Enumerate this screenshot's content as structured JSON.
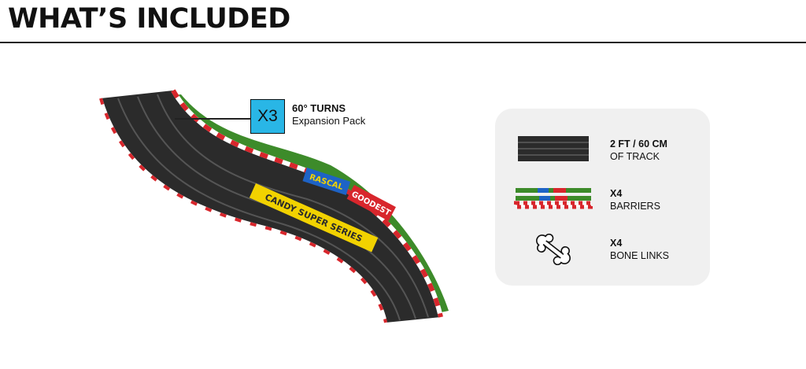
{
  "header": {
    "title": "WHAT’S INCLUDED"
  },
  "callout": {
    "badge": "X3",
    "title": "60° TURNS",
    "subtitle": "Expansion Pack"
  },
  "track_signs": {
    "sign_1": "RASCAL",
    "sign_2": "GOODEST",
    "sign_3": "CANDY SUPER SERIES"
  },
  "included": {
    "items": [
      {
        "icon": "track-piece-icon",
        "quantity": "2 FT / 60 CM",
        "label": "OF TRACK"
      },
      {
        "icon": "barrier-icon",
        "quantity": "X4",
        "label": "BARRIERS"
      },
      {
        "icon": "bone-link-icon",
        "quantity": "X4",
        "label": "BONE LINKS"
      }
    ]
  },
  "colors": {
    "badge_fill": "#29b6e6",
    "panel_bg": "#f0f0f0",
    "track": "#2b2b2b",
    "curb_red": "#d8262c",
    "foliage_green": "#3d8b2a",
    "sign_blue": "#1e63c6",
    "sign_yellow": "#f2d200"
  }
}
